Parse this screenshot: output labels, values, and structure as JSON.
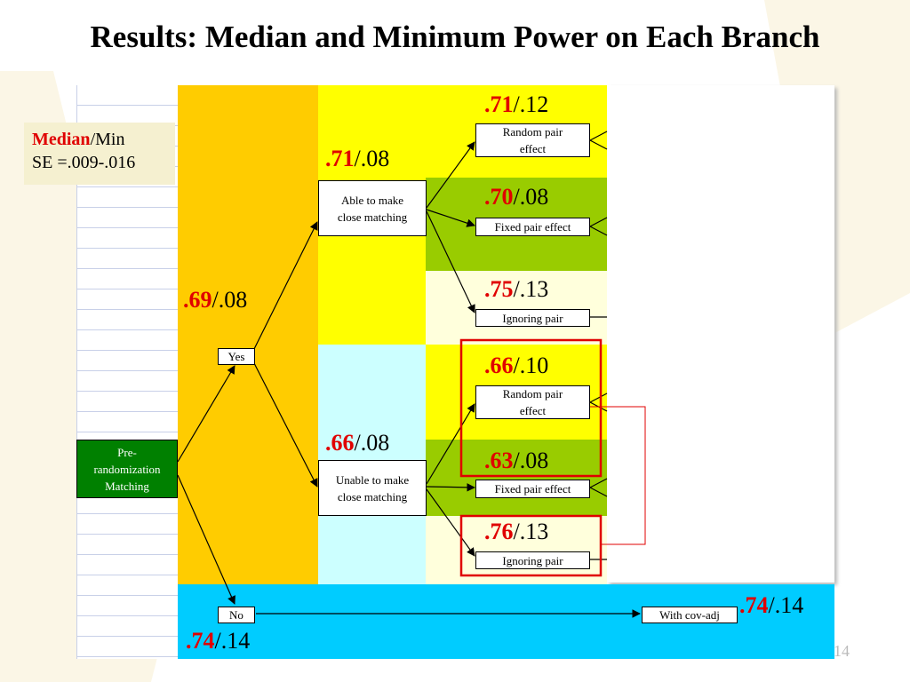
{
  "title": "Results: Median and Minimum Power on Each Branch",
  "legend": {
    "median_label": "Median",
    "min_label": "/Min",
    "se_label": "SE =.009-.016"
  },
  "colors": {
    "orange": "#ffcc00",
    "yellow": "#ffff00",
    "light_yellow": "#ffffdc",
    "green": "#99cc00",
    "cyan": "#ccffff",
    "blue": "#00ccff",
    "dark_green": "#008000",
    "red": "#e00000"
  },
  "nodes": {
    "root": [
      "Pre-",
      "randomization",
      "Matching"
    ],
    "yes": "Yes",
    "no": "No",
    "able": [
      "Able to make",
      "close matching"
    ],
    "unable": [
      "Unable to make",
      "close matching"
    ],
    "random1": [
      "Random pair",
      "effect"
    ],
    "fixed1": "Fixed pair effect",
    "ignoring1": "Ignoring pair",
    "random2": [
      "Random pair",
      "effect"
    ],
    "fixed2": "Fixed pair effect",
    "ignoring2": "Ignoring pair",
    "covadj": "With cov-adj"
  },
  "values": {
    "yes": {
      "median": ".69",
      "min": "/.08"
    },
    "no": {
      "median": ".74",
      "min": "/.14"
    },
    "able": {
      "median": ".71",
      "min": "/.08"
    },
    "unable": {
      "median": ".66",
      "min": "/.08"
    },
    "random1": {
      "median": ".71",
      "min": "/.12"
    },
    "fixed1": {
      "median": ".70",
      "min": "/.08"
    },
    "ignoring1": {
      "median": ".75",
      "min": "/.13"
    },
    "random2": {
      "median": ".66",
      "min": "/.10"
    },
    "fixed2": {
      "median": ".63",
      "min": "/.08"
    },
    "ignoring2": {
      "median": ".76",
      "min": "/.13"
    },
    "covadj": {
      "median": ".74",
      "min": "/.14"
    }
  },
  "page_number": "14"
}
